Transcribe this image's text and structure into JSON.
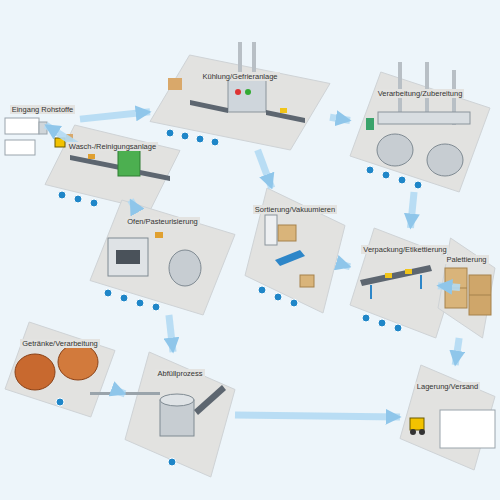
{
  "diagram": {
    "nodes": [
      {
        "text": [
          "Eingang Rohstoffe"
        ]
      },
      {
        "text": [
          "Kühlung/Gefrieranlage"
        ]
      },
      {
        "text": [
          "Wasch-/Reinigungsanlage"
        ]
      },
      {
        "text": [
          "Verarbeitung/Zubereitung"
        ]
      },
      {
        "text": [
          "Ofen/Pasteurisierung"
        ]
      },
      {
        "text": [
          "Sortierung/Vakuumieren"
        ]
      },
      {
        "text": [
          "Verpackung/Etikettierung"
        ]
      },
      {
        "text": [
          "Palettierung"
        ]
      },
      {
        "text": [
          "Getränke/Verarbeitung"
        ]
      },
      {
        "text": [
          "Abfüllprozess"
        ]
      },
      {
        "text": [
          "Lagerung/Versand"
        ]
      }
    ],
    "edges": [
      {
        "from": 0,
        "to": 1,
        "arrow": "to"
      },
      {
        "from": 0,
        "to": 2,
        "arrow": "to"
      },
      {
        "from": 1,
        "to": 3,
        "arrow": "to"
      },
      {
        "from": 1,
        "to": 5,
        "arrow": "to"
      },
      {
        "from": 2,
        "to": 4,
        "arrow": "to"
      },
      {
        "from": 3,
        "to": 6,
        "arrow": "to"
      },
      {
        "from": 4,
        "to": 9,
        "arrow": "to"
      },
      {
        "from": 5,
        "to": 6,
        "arrow": "to"
      },
      {
        "from": 6,
        "to": 7,
        "arrow": "to"
      },
      {
        "from": 7,
        "to": 10,
        "arrow": "to"
      },
      {
        "from": 8,
        "to": 9,
        "arrow": "to"
      },
      {
        "from": 9,
        "to": 10,
        "arrow": "to"
      }
    ]
  }
}
